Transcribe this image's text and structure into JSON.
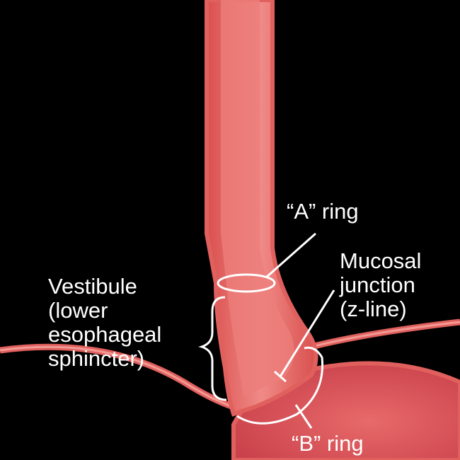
{
  "labels": {
    "a_ring": "“A” ring",
    "mucosal_junction": [
      "Mucosal",
      "junction",
      "(z-line)"
    ],
    "vestibule": [
      "Vestibule",
      "(lower",
      "esophageal",
      "sphincter)"
    ],
    "b_ring": "“B” ring"
  },
  "colors": {
    "background": "#000000",
    "tissue_outer": "#e0605e",
    "tissue_inner": "#ee8a86",
    "lumen": "#e8706e",
    "annotation": "#ffffff"
  }
}
